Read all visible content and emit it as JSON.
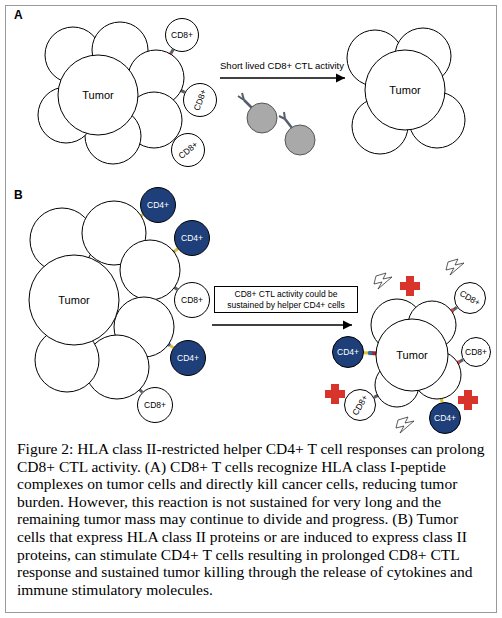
{
  "diagram": {
    "caption": "Figure 2: HLA class II-restricted helper CD4+ T cell responses can prolong CD8+ CTL activity. (A) CD8+ T cells recognize HLA class I-peptide complexes on tumor cells and directly kill cancer cells, reducing tumor burden. However, this reaction is not sustained for very long and the remaining tumor mass may continue to divide and progress. (B) Tumor cells that express HLA class II proteins or are induced to express class II proteins, can stimulate CD4+ T cells resulting in prolonged CD8+ CTL response and sustained tumor killing through the release of cytokines and immune stimulatory molecules.",
    "nodes": [
      {
        "text": [
          "Tumor"
        ]
      },
      {
        "text": [
          "CD8+"
        ]
      },
      {
        "text": [
          "CD8+"
        ]
      },
      {
        "text": [
          "CD8+"
        ]
      },
      {
        "text": [
          "Tumor"
        ]
      },
      {
        "text": [
          "Tumor"
        ]
      },
      {
        "text": [
          "CD4+"
        ]
      },
      {
        "text": [
          "CD4+"
        ]
      },
      {
        "text": [
          "CD8+"
        ]
      },
      {
        "text": [
          "CD4+"
        ]
      },
      {
        "text": [
          "CD8+"
        ]
      },
      {
        "text": [
          "Tumor"
        ]
      },
      {
        "text": [
          "CD4+"
        ]
      },
      {
        "text": [
          "CD8+"
        ]
      },
      {
        "text": [
          "CD8+"
        ]
      },
      {
        "text": [
          "CD8+"
        ]
      },
      {
        "text": [
          "CD4+"
        ]
      }
    ],
    "edges": [
      {
        "from": 0,
        "to": 4,
        "label": "Short lived CD8+ CTL activity",
        "arrow": "to"
      },
      {
        "from": 5,
        "to": 11,
        "label": "CD8+ CTL activity could be sustained by helper CD4+ cells",
        "arrow": "to"
      }
    ],
    "labels": [
      "A",
      "B"
    ]
  }
}
